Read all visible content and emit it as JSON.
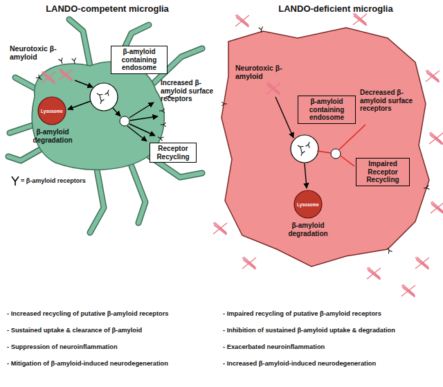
{
  "diagram": {
    "nodes": [
      {
        "text": [
          "β-amyloid containing endosome"
        ]
      },
      {
        "text": [
          "Lysosome"
        ]
      },
      {
        "text": [
          "Receptor Recycling"
        ]
      },
      {
        "text": [
          "β-amyloid containing endosome"
        ]
      },
      {
        "text": [
          "Lysosome"
        ]
      },
      {
        "text": [
          "Impaired Receptor Recycling"
        ]
      }
    ],
    "labels": [
      "LANDO-competent microglia",
      "LANDO-deficient microglia",
      "Neurotoxic β-amyloid",
      "Increased β-amyloid surface receptors",
      "β-amyloid degradation",
      "Neurotoxic β-amyloid",
      "Decreased β-amyloid surface receptors",
      "β-amyloid degradation",
      "- Increased recycling of putative β-amyloid receptors",
      "- Impaired recycling of putative β-amyloid receptors",
      "- Sustained uptake & clearance of β-amyloid",
      "- Inhibition of sustained β-amyloid uptake & degradation",
      "- Suppression of neuroinflammation",
      "- Exacerbated neuroinflammation",
      "- Mitigation of β-amyloid-induced neurodegeneration",
      "- Increased β-amyloid-induced neurodegeneration"
    ],
    "legend": [
      {
        "text": "= β-amyloid receptors"
      }
    ]
  }
}
